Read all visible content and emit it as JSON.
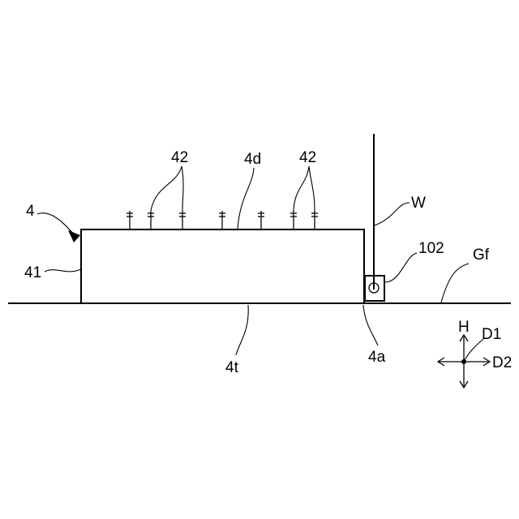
{
  "labels": {
    "body": "4",
    "body_side": "41",
    "fittings": "42",
    "fittings_right": "42",
    "top_surface": "4d",
    "bottom_surface": "4t",
    "corner": "4a",
    "wire": "W",
    "connector": "102",
    "ground": "Gf",
    "dir_h": "H",
    "dir_d1": "D1",
    "dir_d2": "D2"
  },
  "colors": {
    "line": "#000000",
    "background": "#ffffff"
  }
}
